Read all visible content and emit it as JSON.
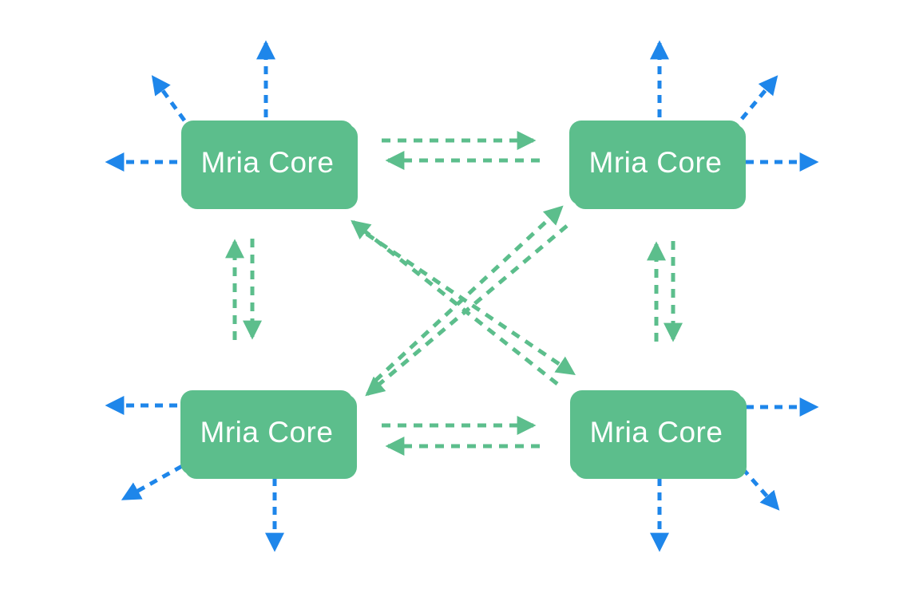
{
  "diagram": {
    "nodes": [
      {
        "id": "core-top-left",
        "label": "Mria Core"
      },
      {
        "id": "core-top-right",
        "label": "Mria Core"
      },
      {
        "id": "core-bottom-left",
        "label": "Mria Core"
      },
      {
        "id": "core-bottom-right",
        "label": "Mria Core"
      }
    ],
    "core_links": [
      {
        "from": "core-top-left",
        "to": "core-top-right",
        "style": "dashed",
        "bidirectional": true
      },
      {
        "from": "core-bottom-left",
        "to": "core-bottom-right",
        "style": "dashed",
        "bidirectional": true
      },
      {
        "from": "core-top-left",
        "to": "core-bottom-left",
        "style": "dashed",
        "bidirectional": true
      },
      {
        "from": "core-top-right",
        "to": "core-bottom-right",
        "style": "dashed",
        "bidirectional": true
      },
      {
        "from": "core-bottom-left",
        "to": "core-top-right",
        "style": "dashed",
        "bidirectional": true
      },
      {
        "from": "core-top-left",
        "to": "core-bottom-right",
        "style": "dashed",
        "bidirectional": true
      }
    ],
    "external_links": [
      {
        "node": "core-top-left",
        "directions": [
          "up",
          "up-left",
          "left"
        ],
        "style": "dashed"
      },
      {
        "node": "core-top-right",
        "directions": [
          "up",
          "up-right",
          "right"
        ],
        "style": "dashed"
      },
      {
        "node": "core-bottom-left",
        "directions": [
          "left",
          "down-left",
          "down"
        ],
        "style": "dashed"
      },
      {
        "node": "core-bottom-right",
        "directions": [
          "right",
          "down-right",
          "down"
        ],
        "style": "dashed"
      }
    ],
    "colors": {
      "node_fill": "#5CBE8C",
      "node_label": "#FFFFFF",
      "core_link": "#5CBE8C",
      "external_link": "#1E86EA",
      "background": "#FFFFFF"
    }
  }
}
